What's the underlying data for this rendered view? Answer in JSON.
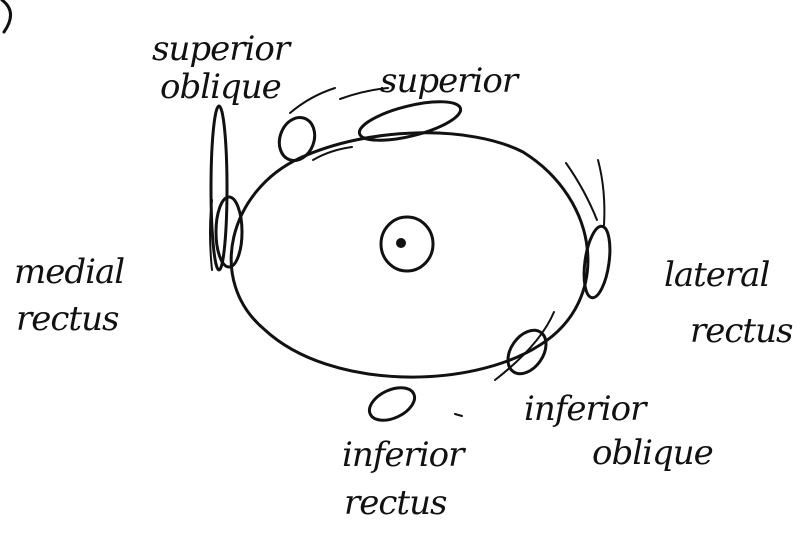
{
  "labels": {
    "superior_oblique": [
      "superior",
      "oblique"
    ],
    "superior": [
      "superior"
    ],
    "medial_rectus": [
      "medial",
      "rectus"
    ],
    "lateral_rectus": [
      "lateral",
      "rectus"
    ],
    "inferior_rectus": [
      "inferior",
      "rectus"
    ],
    "inferior_oblique": [
      "inferior",
      "oblique"
    ]
  },
  "colors": {
    "ink": "#111111",
    "paper": "#ffffff"
  }
}
